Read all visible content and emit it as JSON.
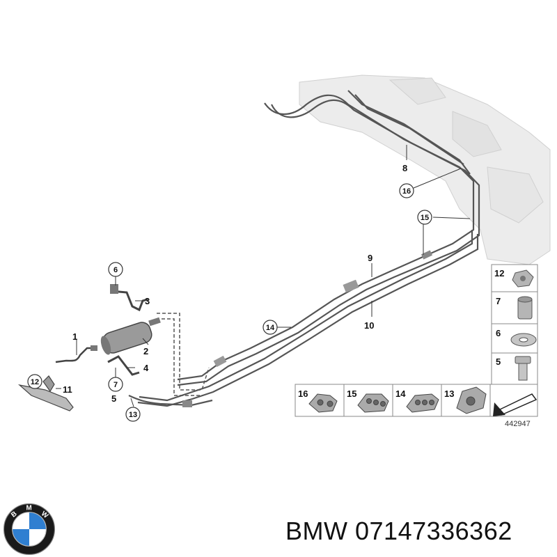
{
  "callouts": {
    "c1": "1",
    "c2": "2",
    "c3": "3",
    "c4": "4",
    "c5": "5",
    "c6": "6",
    "c7": "7",
    "c8": "8",
    "c9": "9",
    "c10": "10",
    "c11": "11",
    "c12": "12",
    "c13": "13",
    "c14": "14",
    "c15": "15",
    "c16": "16"
  },
  "legend_side": [
    "12",
    "7",
    "6",
    "5"
  ],
  "legend_bottom": [
    "16",
    "15",
    "14",
    "13"
  ],
  "diagram_number": "442947",
  "footer": {
    "brand": "BMW",
    "part_number": "07147336362"
  },
  "logo": {
    "letters": "BMW",
    "colors": {
      "blue": "#2f7fd1",
      "ring": "#1a1a1a",
      "white": "#ffffff"
    }
  }
}
